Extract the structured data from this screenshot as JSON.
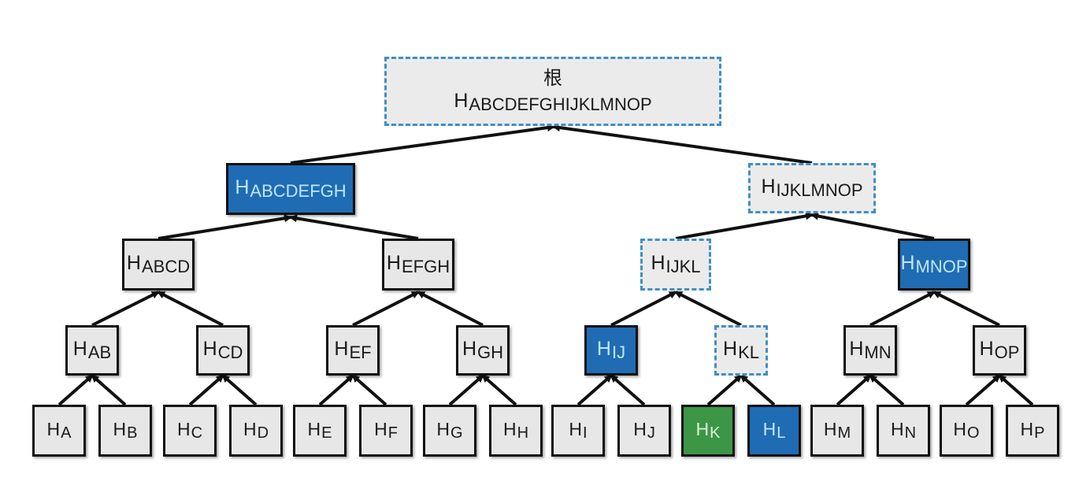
{
  "root": {
    "label": "根",
    "h": "H",
    "sub": "ABCDEFGHIJKLMNOP"
  },
  "level1": [
    {
      "h": "H",
      "sub": "ABCDEFGH"
    },
    {
      "h": "H",
      "sub": "IJKLMNOP"
    }
  ],
  "level2": [
    {
      "h": "H",
      "sub": "ABCD"
    },
    {
      "h": "H",
      "sub": "EFGH"
    },
    {
      "h": "H",
      "sub": "IJKL"
    },
    {
      "h": "H",
      "sub": "MNOP"
    }
  ],
  "level3": [
    {
      "h": "H",
      "sub": "AB"
    },
    {
      "h": "H",
      "sub": "CD"
    },
    {
      "h": "H",
      "sub": "EF"
    },
    {
      "h": "H",
      "sub": "GH"
    },
    {
      "h": "H",
      "sub": "IJ"
    },
    {
      "h": "H",
      "sub": "KL"
    },
    {
      "h": "H",
      "sub": "MN"
    },
    {
      "h": "H",
      "sub": "OP"
    }
  ],
  "leaves": [
    {
      "h": "H",
      "sub": "A"
    },
    {
      "h": "H",
      "sub": "B"
    },
    {
      "h": "H",
      "sub": "C"
    },
    {
      "h": "H",
      "sub": "D"
    },
    {
      "h": "H",
      "sub": "E"
    },
    {
      "h": "H",
      "sub": "F"
    },
    {
      "h": "H",
      "sub": "G"
    },
    {
      "h": "H",
      "sub": "H"
    },
    {
      "h": "H",
      "sub": "I"
    },
    {
      "h": "H",
      "sub": "J"
    },
    {
      "h": "H",
      "sub": "K"
    },
    {
      "h": "H",
      "sub": "L"
    },
    {
      "h": "H",
      "sub": "M"
    },
    {
      "h": "H",
      "sub": "N"
    },
    {
      "h": "H",
      "sub": "O"
    },
    {
      "h": "H",
      "sub": "P"
    }
  ],
  "colors": {
    "proof_node": "#1f6cb4",
    "target_leaf": "#3c9646",
    "path_dashed": "#3f8fc6",
    "plain_node": "#e7e7e7"
  }
}
